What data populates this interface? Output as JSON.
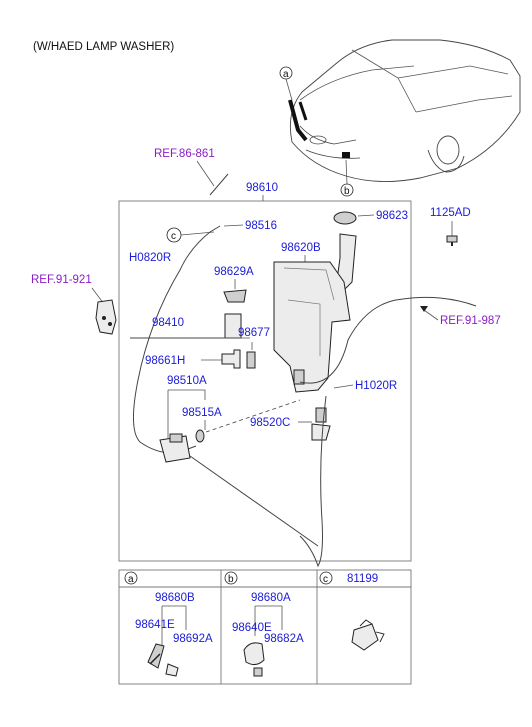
{
  "header": {
    "title": "(W/HAED LAMP WASHER)"
  },
  "refs": {
    "ref_86_861": "REF.86-861",
    "ref_91_921": "REF.91-921",
    "ref_91_987": "REF.91-987"
  },
  "parts": {
    "p98610": "98610",
    "p98516": "98516",
    "p98623": "98623",
    "p1125AD": "1125AD",
    "pH0820R": "H0820R",
    "p98620B": "98620B",
    "p98629A": "98629A",
    "p98410": "98410",
    "p98677": "98677",
    "p98661H": "98661H",
    "p98510A": "98510A",
    "p98515A": "98515A",
    "p98520C": "98520C",
    "pH1020R": "H1020R"
  },
  "callouts": {
    "a": "a",
    "b": "b",
    "c": "c"
  },
  "detail_panels": [
    {
      "letter": "a",
      "parts": [
        "98680B",
        "98641E",
        "98692A"
      ]
    },
    {
      "letter": "b",
      "parts": [
        "98680A",
        "98640E",
        "98682A"
      ]
    },
    {
      "letter": "c",
      "parts": [
        "81199"
      ]
    }
  ],
  "colors": {
    "part_label": "#1c1cd6",
    "ref_label": "#8a1cc8",
    "header_text": "#111111"
  }
}
